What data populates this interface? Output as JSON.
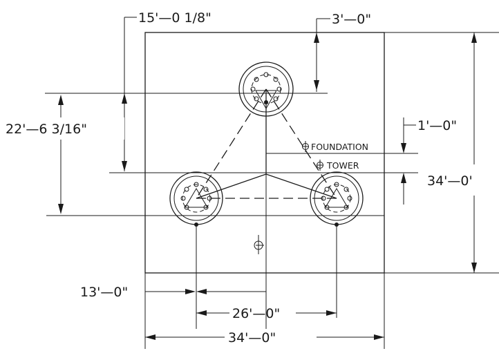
{
  "dimensions": {
    "offset_15ft": "15'—0 1/8\"",
    "offset_3ft": "3'—0\"",
    "height_22ft": "22'—6 3/16\"",
    "offset_1ft": "1'—0\"",
    "height_34ft": "34'—0'",
    "width_13ft": "13'—0\"",
    "width_26ft": "26'—0\"",
    "width_34ft": "34'—0\""
  },
  "labels": {
    "foundation_centerline": "FOUNDATION",
    "tower_centerline": "TOWER"
  },
  "symbols": {
    "centerline": "centerline-icon"
  }
}
